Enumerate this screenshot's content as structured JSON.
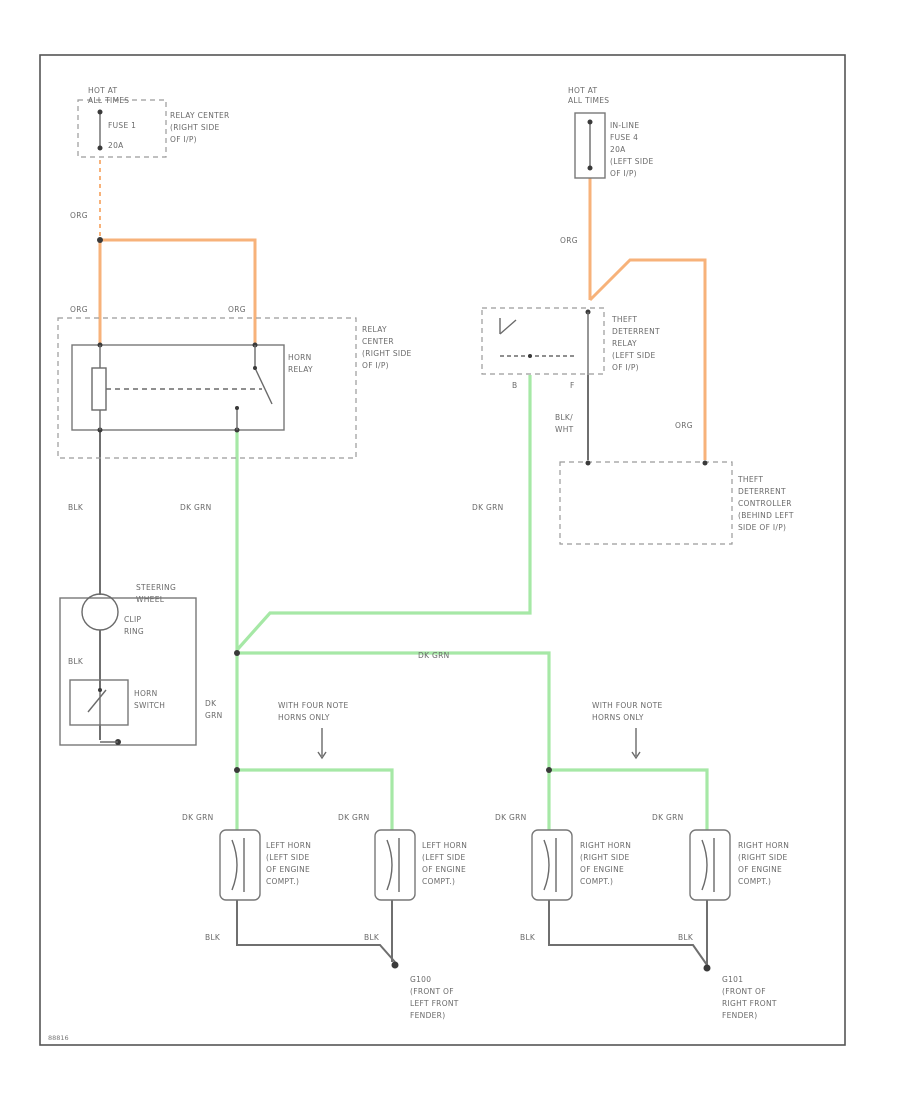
{
  "labels": {
    "hot_left_1": "HOT AT",
    "hot_left_2": "ALL TIMES",
    "relay_center_1": "RELAY CENTER",
    "relay_center_2": "(RIGHT SIDE",
    "relay_center_3": "OF I/P)",
    "fuse_left_1": "FUSE 1",
    "fuse_left_2": "20A",
    "hot_right_1": "HOT AT",
    "hot_right_2": "ALL TIMES",
    "fuse_right_1": "IN-LINE",
    "fuse_right_2": "FUSE 4",
    "fuse_right_3": "20A",
    "fuse_right_4": "(LEFT SIDE",
    "fuse_right_5": "OF I/P)",
    "org_left_top": "ORG",
    "org_left_a": "ORG",
    "org_left_b": "ORG",
    "org_right_top": "ORG",
    "org_right_ctrl": "ORG",
    "relay_box_1": "RELAY",
    "relay_box_2": "CENTER",
    "relay_box_3": "(RIGHT SIDE",
    "relay_box_4": "OF I/P)",
    "horn_relay_1": "HORN",
    "horn_relay_2": "RELAY",
    "theft_relay_1": "THEFT",
    "theft_relay_2": "DETERRENT",
    "theft_relay_3": "RELAY",
    "theft_relay_4": "(LEFT SIDE",
    "theft_relay_5": "OF I/P)",
    "pin_b": "B",
    "pin_f": "F",
    "blk_wht_1": "BLK/",
    "blk_wht_2": "WHT",
    "theft_ctrl_1": "THEFT",
    "theft_ctrl_2": "DETERRENT",
    "theft_ctrl_3": "CONTROLLER",
    "theft_ctrl_4": "(BEHIND LEFT",
    "theft_ctrl_5": "SIDE OF I/P)",
    "blk_left": "BLK",
    "dk_grn_mid": "DK GRN",
    "dk_grn_right": "DK GRN",
    "steering_1": "STEERING",
    "steering_2": "WHEEL",
    "clip_ring_1": "CLIP",
    "clip_ring_2": "RING",
    "blk_sw": "BLK",
    "horn_switch_1": "HORN",
    "horn_switch_2": "SWITCH",
    "dk_grn_bus": "DK GRN",
    "dk_grn_v1": "DK",
    "dk_grn_v2": "GRN",
    "four_note_l1": "WITH FOUR NOTE",
    "four_note_l2": "HORNS ONLY",
    "four_note_r1": "WITH FOUR NOTE",
    "four_note_r2": "HORNS ONLY",
    "dk_grn_h1": "DK GRN",
    "dk_grn_h2": "DK GRN",
    "dk_grn_h3": "DK GRN",
    "dk_grn_h4": "DK GRN",
    "left_horn_a_1": "LEFT HORN",
    "left_horn_a_2": "(LEFT SIDE",
    "left_horn_a_3": "OF ENGINE",
    "left_horn_a_4": "COMPT.)",
    "left_horn_b_1": "LEFT HORN",
    "left_horn_b_2": "(LEFT SIDE",
    "left_horn_b_3": "OF ENGINE",
    "left_horn_b_4": "COMPT.)",
    "right_horn_a_1": "RIGHT HORN",
    "right_horn_a_2": "(RIGHT SIDE",
    "right_horn_a_3": "OF ENGINE",
    "right_horn_a_4": "COMPT.)",
    "right_horn_b_1": "RIGHT HORN",
    "right_horn_b_2": "(RIGHT SIDE",
    "right_horn_b_3": "OF ENGINE",
    "right_horn_b_4": "COMPT.)",
    "blk_g1a": "BLK",
    "blk_g1b": "BLK",
    "blk_g2a": "BLK",
    "blk_g2b": "BLK",
    "g100_1": "G100",
    "g100_2": "(FRONT OF",
    "g100_3": "LEFT FRONT",
    "g100_4": "FENDER)",
    "g101_1": "G101",
    "g101_2": "(FRONT OF",
    "g101_3": "RIGHT FRONT",
    "g101_4": "FENDER)",
    "figure_id": "88816"
  },
  "colors": {
    "orange_wire": "#f7b27a",
    "green_wire": "#a6e8a6",
    "black_wire": "#6f6f6f"
  }
}
